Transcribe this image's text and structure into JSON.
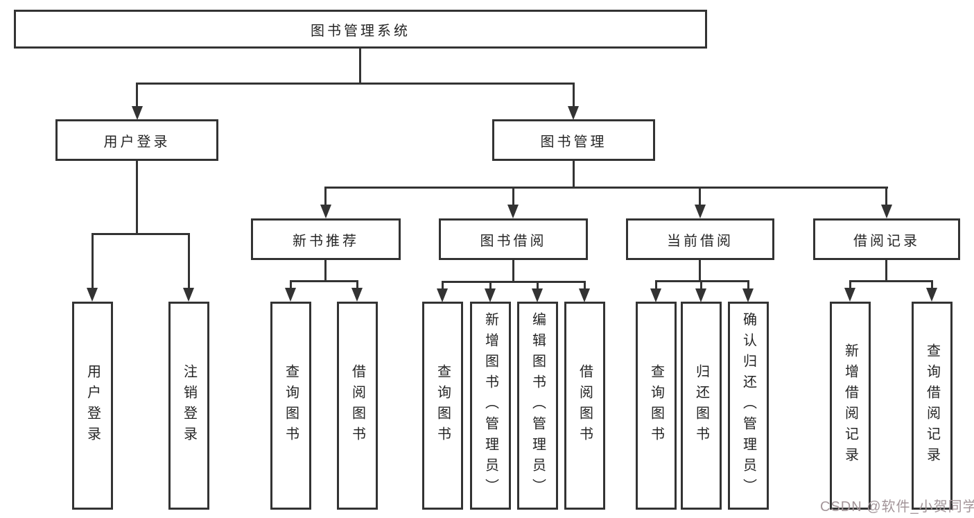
{
  "tree": {
    "label": "图书管理系统",
    "children": [
      {
        "label": "用户登录",
        "children": [
          {
            "label": "用户登录"
          },
          {
            "label": "注销登录"
          }
        ]
      },
      {
        "label": "图书管理",
        "children": [
          {
            "label": "新书推荐",
            "children": [
              {
                "label": "查询图书"
              },
              {
                "label": "借阅图书"
              }
            ]
          },
          {
            "label": "图书借阅",
            "children": [
              {
                "label": "查询图书"
              },
              {
                "label": "新增图书（管理员）"
              },
              {
                "label": "编辑图书（管理员）"
              },
              {
                "label": "借阅图书"
              }
            ]
          },
          {
            "label": "当前借阅",
            "children": [
              {
                "label": "查询图书"
              },
              {
                "label": "归还图书"
              },
              {
                "label": "确认归还（管理员）"
              }
            ]
          },
          {
            "label": "借阅记录",
            "children": [
              {
                "label": "新增借阅记录"
              },
              {
                "label": "查询借阅记录"
              }
            ]
          }
        ]
      }
    ]
  },
  "watermark": {
    "text": "CSDN @软件_小贺同学"
  },
  "colors": {
    "line": "#333333",
    "text": "#252525",
    "background": "#ffffff",
    "watermark": "#a39599"
  }
}
